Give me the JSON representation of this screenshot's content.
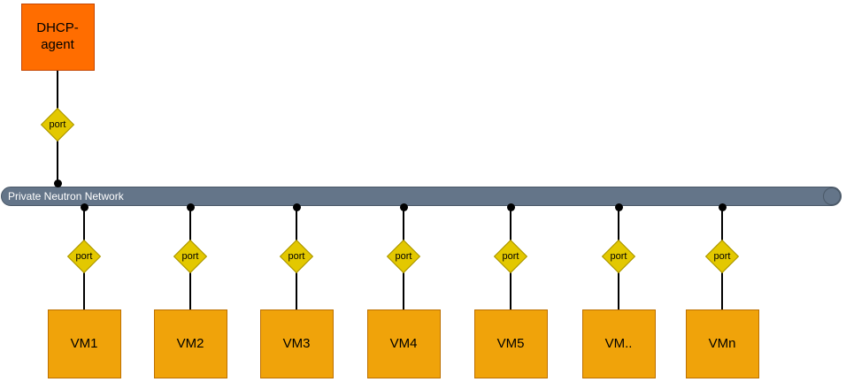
{
  "colors": {
    "dhcp-fill": "#FF6D00",
    "dhcp-stroke": "#C64500",
    "vm-fill": "#F0A30A",
    "vm-stroke": "#BD7000",
    "port-fill": "#E3C800",
    "port-stroke": "#A89400",
    "bus-fill": "#647589",
    "bus-stroke": "#4A5867",
    "connector": "#000000"
  },
  "dhcp_agent": {
    "label": "DHCP-\nagent",
    "port_label": "port"
  },
  "network": {
    "label": "Private Neutron Network"
  },
  "vms": [
    {
      "label": "VM1",
      "port_label": "port"
    },
    {
      "label": "VM2",
      "port_label": "port"
    },
    {
      "label": "VM3",
      "port_label": "port"
    },
    {
      "label": "VM4",
      "port_label": "port"
    },
    {
      "label": "VM5",
      "port_label": "port"
    },
    {
      "label": "VM..",
      "port_label": "port"
    },
    {
      "label": "VMn",
      "port_label": "port"
    }
  ]
}
